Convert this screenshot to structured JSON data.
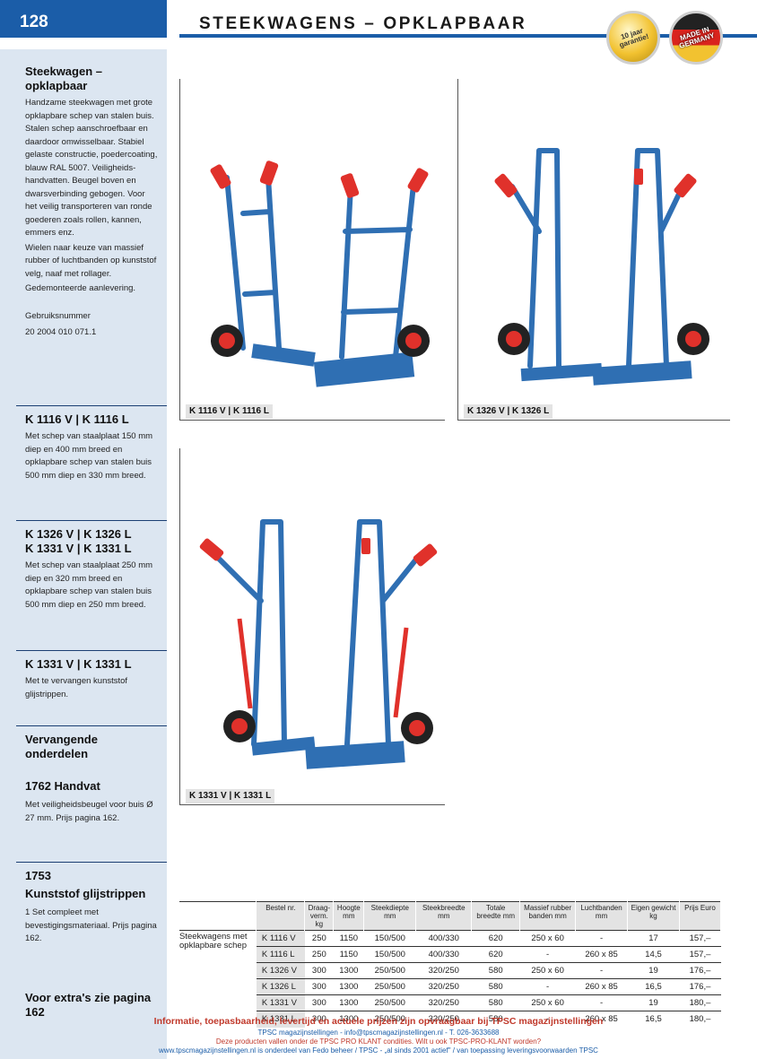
{
  "header": {
    "page_number": "128",
    "title": "STEEKWAGENS – OPKLAPBAAR",
    "badge_warranty": "10 jaar garantie!",
    "badge_germany": "MADE IN GERMANY"
  },
  "sidebar": {
    "intro_title": "Steekwagen – opklapbaar",
    "intro_text": "Handzame steekwagen met grote opklapbare schep van stalen buis. Stalen schep aanschroefbaar en daardoor omwisselbaar. Stabiel gelaste constructie, poedercoating, blauw RAL 5007. Veiligheids-handvatten. Beugel boven en dwarsverbinding gebogen. Voor het veilig transporteren van ronde goederen zoals rollen, kannen, emmers enz.",
    "wheels_text": "Wielen naar keuze van massief rubber of luchtbanden op kunststof velg, naaf met rollager.",
    "delivery_text": "Gedemonteerde aanlevering.",
    "usage_label": "Gebruiksnummer",
    "usage_number": "20 2004 010 071.1",
    "sec1_title": "K 1116 V | K 1116 L",
    "sec1_text": "Met schep van staalplaat 150 mm diep en 400 mm breed en opklapbare schep van stalen buis 500 mm diep en 330 mm breed.",
    "sec2_title_a": "K 1326 V | K 1326 L",
    "sec2_title_b": "K 1331 V | K 1331 L",
    "sec2_text": "Met schep van staalplaat 250 mm diep en 320 mm breed en opklapbare schep van stalen buis 500 mm diep en 250 mm breed.",
    "sec3_title": "K 1331 V | K 1331 L",
    "sec3_text": "Met te vervangen kunststof glijstrippen.",
    "sec4_title": "Vervangende onderdelen",
    "sec4_sub": "1762 Handvat",
    "sec4_text": "Met veiligheidsbeugel voor buis Ø 27 mm. Prijs pagina 162.",
    "sec5_title_a": "1753",
    "sec5_title_b": "Kunststof glijstrippen",
    "sec5_text": "1 Set compleet met bevestigingsmateriaal. Prijs pagina 162.",
    "more_text": "Voor extra's zie pagina 162"
  },
  "photos": {
    "photo1_caption": "K 1116 V | K 1116 L",
    "photo2_caption": "K 1326 V | K 1326 L",
    "photo3_caption": "K 1331 V | K 1331 L"
  },
  "table": {
    "headers": [
      "Bestel nr.",
      "Draag-verm. kg",
      "Hoogte mm",
      "Steekdiepte mm",
      "Steekbreedte mm",
      "Totale breedte mm",
      "Massief rubber banden mm",
      "Luchtbanden mm",
      "Eigen gewicht kg",
      "Prijs Euro"
    ],
    "group_label": "Steekwagens met opklapbare schep",
    "rows": [
      [
        "K 1116 V",
        "250",
        "1150",
        "150/500",
        "400/330",
        "620",
        "250 x 60",
        "-",
        "17",
        "157,–"
      ],
      [
        "K 1116 L",
        "250",
        "1150",
        "150/500",
        "400/330",
        "620",
        "-",
        "260 x 85",
        "14,5",
        "157,–"
      ],
      [
        "K 1326 V",
        "300",
        "1300",
        "250/500",
        "320/250",
        "580",
        "250 x 60",
        "-",
        "19",
        "176,–"
      ],
      [
        "K 1326 L",
        "300",
        "1300",
        "250/500",
        "320/250",
        "580",
        "-",
        "260 x 85",
        "16,5",
        "176,–"
      ],
      [
        "K 1331 V",
        "300",
        "1300",
        "250/500",
        "320/250",
        "580",
        "250 x 60",
        "-",
        "19",
        "180,–"
      ],
      [
        "K 1331 L",
        "300",
        "1300",
        "250/500",
        "320/250",
        "580",
        "-",
        "260 x 85",
        "16,5",
        "180,–"
      ]
    ]
  },
  "footer": {
    "line1": "Informatie, toepasbaarheid, levertijd en actuele prijzen zijn opvraagbaar bij TPSC magazijnstellingen",
    "line2": "TPSC magazijnstellingen - info@tpscmagazijnstellingen.nl - T. 026-3633688",
    "line3": "Deze producten vallen onder de TPSC PRO KLANT condities. Wilt u ook TPSC-PRO-KLANT worden?",
    "line4": "www.tpscmagazijnstellingen.nl is onderdeel van Fedo beheer / TPSC - „al sinds 2001 actief\" / van toepassing leveringsvoorwaarden TPSC"
  },
  "colors": {
    "brand_blue": "#1b5da8",
    "sidebar_bg": "#dce6f1",
    "handle_red": "#e0312b",
    "footer_red": "#c0392b"
  }
}
